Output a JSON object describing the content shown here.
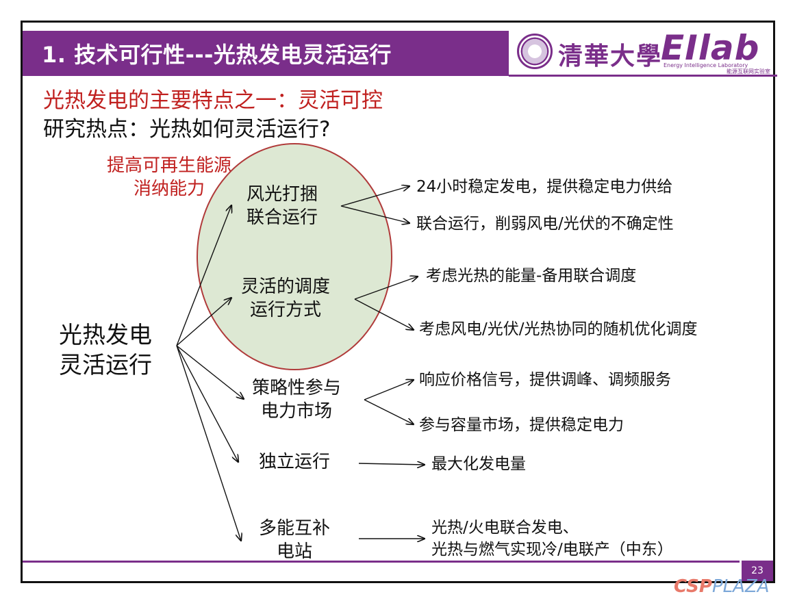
{
  "header": {
    "title": "1. 技术可行性---光热发电灵活运行"
  },
  "logo": {
    "cn": "清華大學",
    "en": "EIlab",
    "sub_en": "Energy Intelligence Laboratory",
    "sub_cn": "能源互联网实验室"
  },
  "subtitle": {
    "line1": "光热发电的主要特点之一：灵活可控",
    "line2": "研究热点：光热如何灵活运行?"
  },
  "diagram": {
    "root": [
      "光热发电",
      "灵活运行"
    ],
    "annotation": [
      "提高可再生能源",
      "消纳能力"
    ],
    "branches": [
      {
        "label": [
          "风光打捆",
          "联合运行"
        ],
        "leaves": [
          "24小时稳定发电，提供稳定电力供给",
          "联合运行，削弱风电/光伏的不确定性"
        ]
      },
      {
        "label": [
          "灵活的调度",
          "运行方式"
        ],
        "leaves": [
          "考虑光热的能量-备用联合调度",
          "考虑风电/光伏/光热协同的随机优化调度"
        ]
      },
      {
        "label": [
          "策略性参与",
          "电力市场"
        ],
        "leaves": [
          "响应价格信号，提供调峰、调频服务",
          "参与容量市场，提供稳定电力"
        ]
      },
      {
        "label": [
          "独立运行"
        ],
        "leaves": [
          "最大化发电量"
        ]
      },
      {
        "label": [
          "多能互补",
          "电站"
        ],
        "leaves": [
          "光热/火电联合发电、",
          "光热与燃气实现冷/电联产（中东）"
        ]
      }
    ],
    "colors": {
      "highlight_fill": "#dde8d3",
      "highlight_stroke": "#b03a3a",
      "accent": "#7a2e8a"
    }
  },
  "footer": {
    "page_number": "23"
  },
  "watermark": {
    "part1": "CSP",
    "part2": "PLAZA"
  }
}
